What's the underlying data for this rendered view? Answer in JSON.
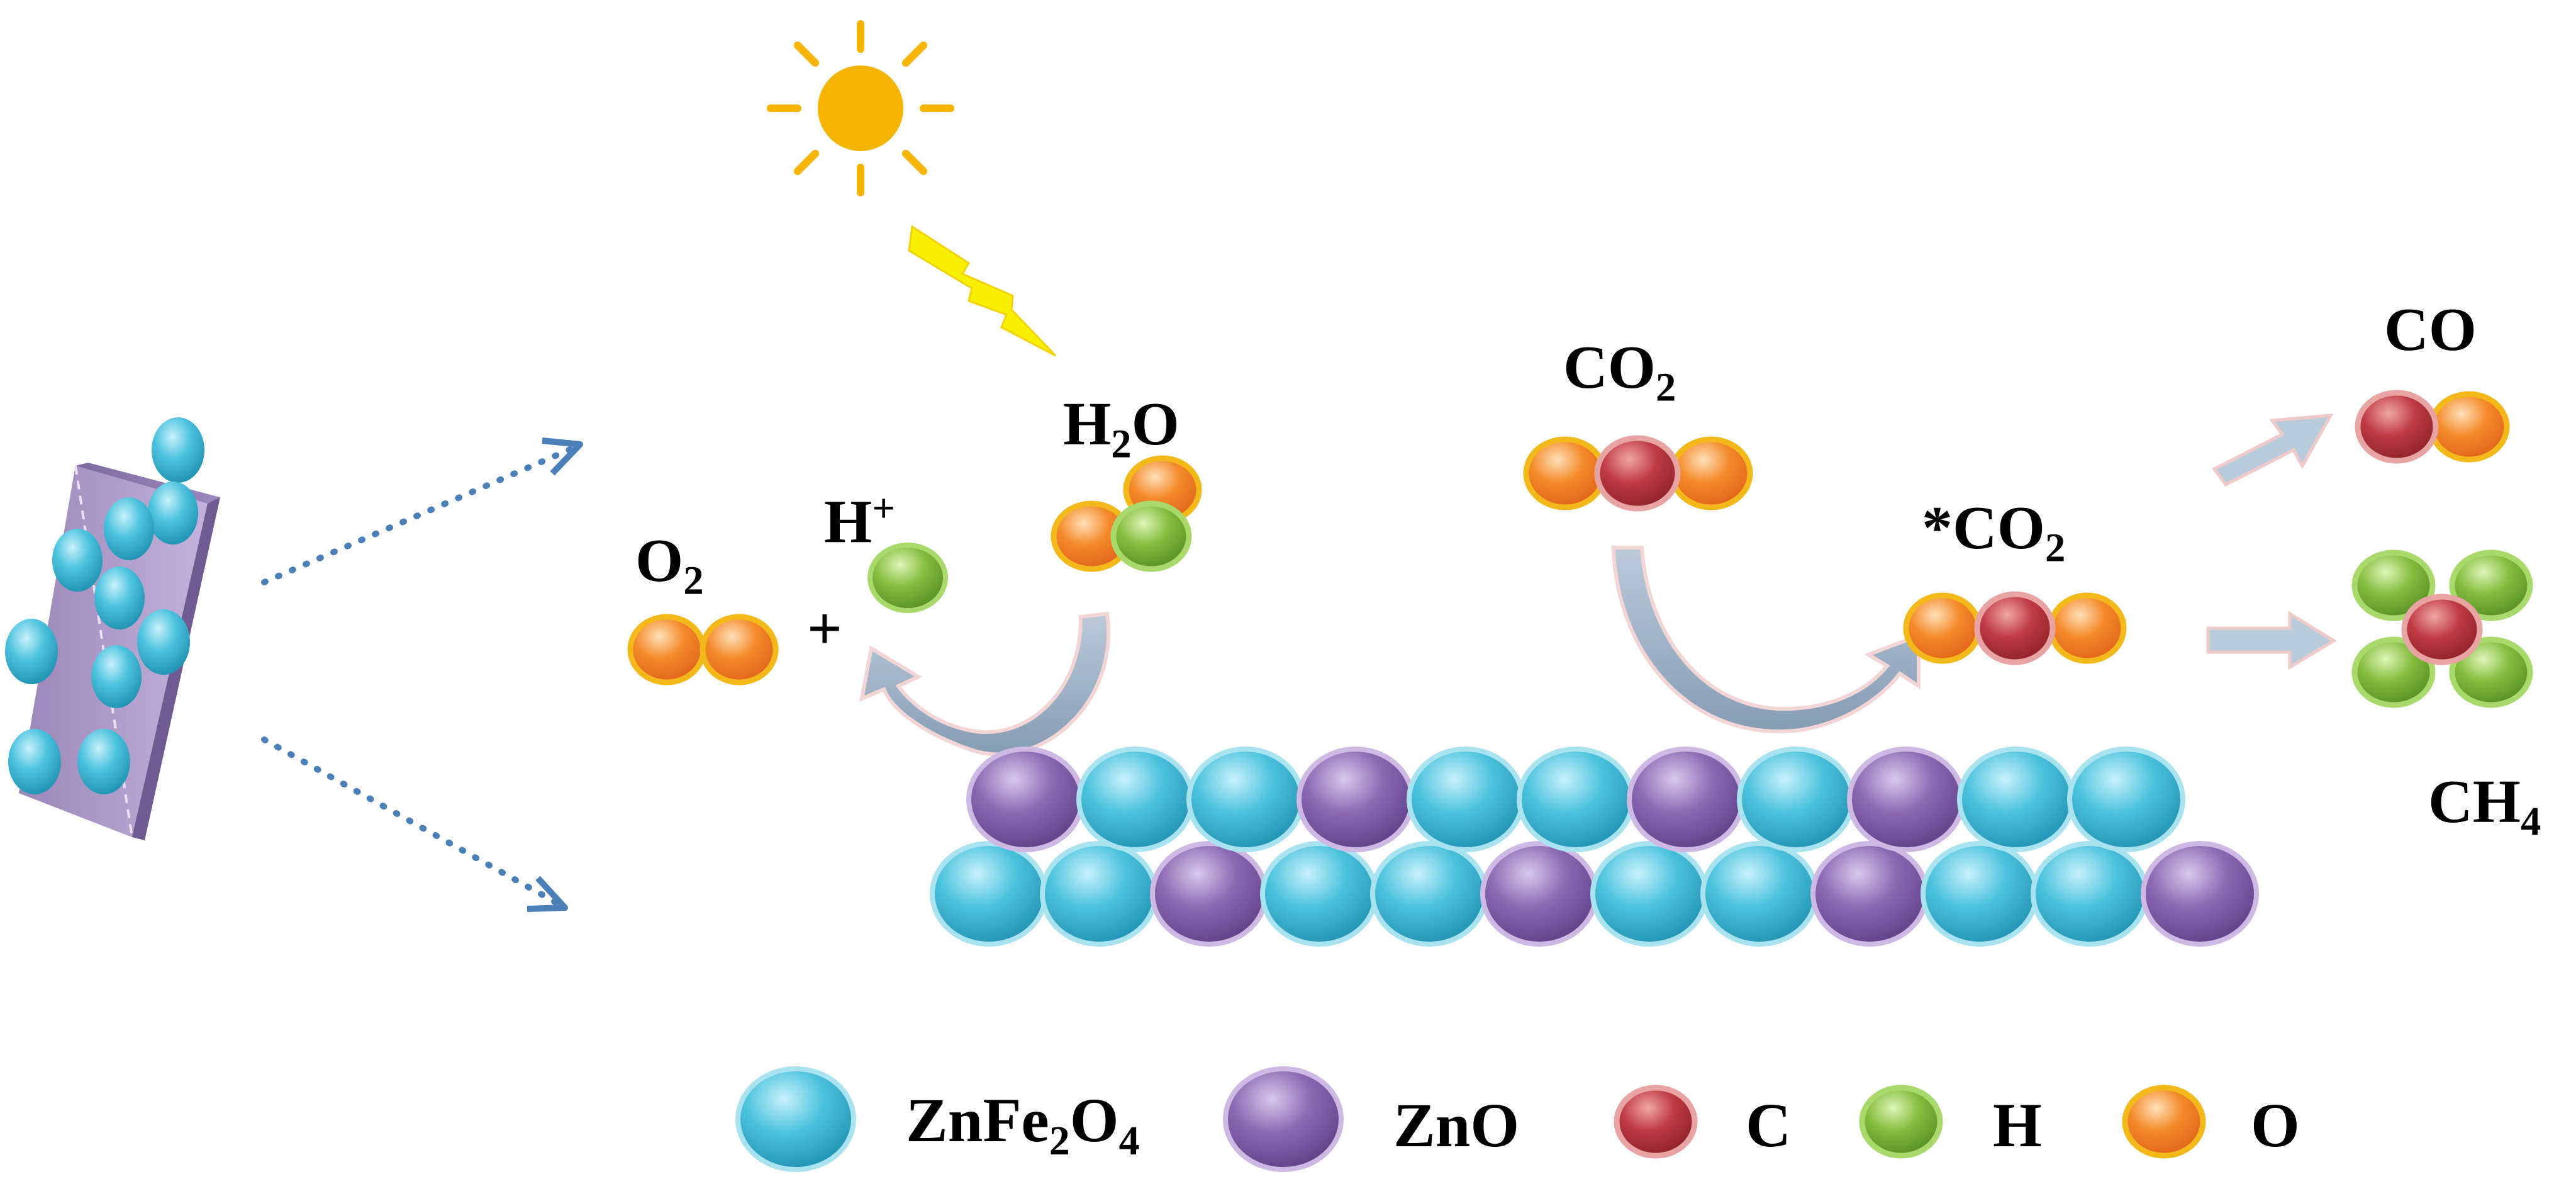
{
  "labels": {
    "o2_formula": "O",
    "o2_sub": "2",
    "h_plus_base": "H",
    "h_plus_sup": "+",
    "plus_sign": "+",
    "h2o_h": "H",
    "h2o_sub": "2",
    "h2o_o": "O",
    "co2_base": "CO",
    "co2_sub": "2",
    "adsorbed_co2_base": "*CO",
    "adsorbed_co2_sub": "2",
    "co": "CO",
    "ch4_base": "CH",
    "ch4_sub": "4"
  },
  "legend": {
    "znfe2o4_a": "ZnFe",
    "znfe2o4_b": "2",
    "znfe2o4_c": "O",
    "znfe2o4_d": "4",
    "zno": "ZnO",
    "c": "C",
    "h": "H",
    "o": "O"
  },
  "colors": {
    "znfe2o4": "#38b6d4",
    "zno": "#7e5ba6",
    "carbon": "#b8333d",
    "hydrogen": "#7cb53a",
    "oxygen": "#f28a2e",
    "oxygen_rim": "#f3b81a",
    "sun": "#f5b400",
    "lightning": "#f7f000",
    "arrow": "#8fa8c0",
    "dotted_arrow": "#4a7fb8"
  },
  "layers": {
    "top_row": [
      "zno",
      "znfe2o4",
      "znfe2o4",
      "zno",
      "znfe2o4",
      "znfe2o4",
      "zno",
      "znfe2o4",
      "zno",
      "znfe2o4",
      "znfe2o4"
    ],
    "bottom_row": [
      "znfe2o4",
      "znfe2o4",
      "zno",
      "znfe2o4",
      "znfe2o4",
      "zno",
      "znfe2o4",
      "znfe2o4",
      "zno",
      "znfe2o4",
      "znfe2o4",
      "zno"
    ]
  }
}
